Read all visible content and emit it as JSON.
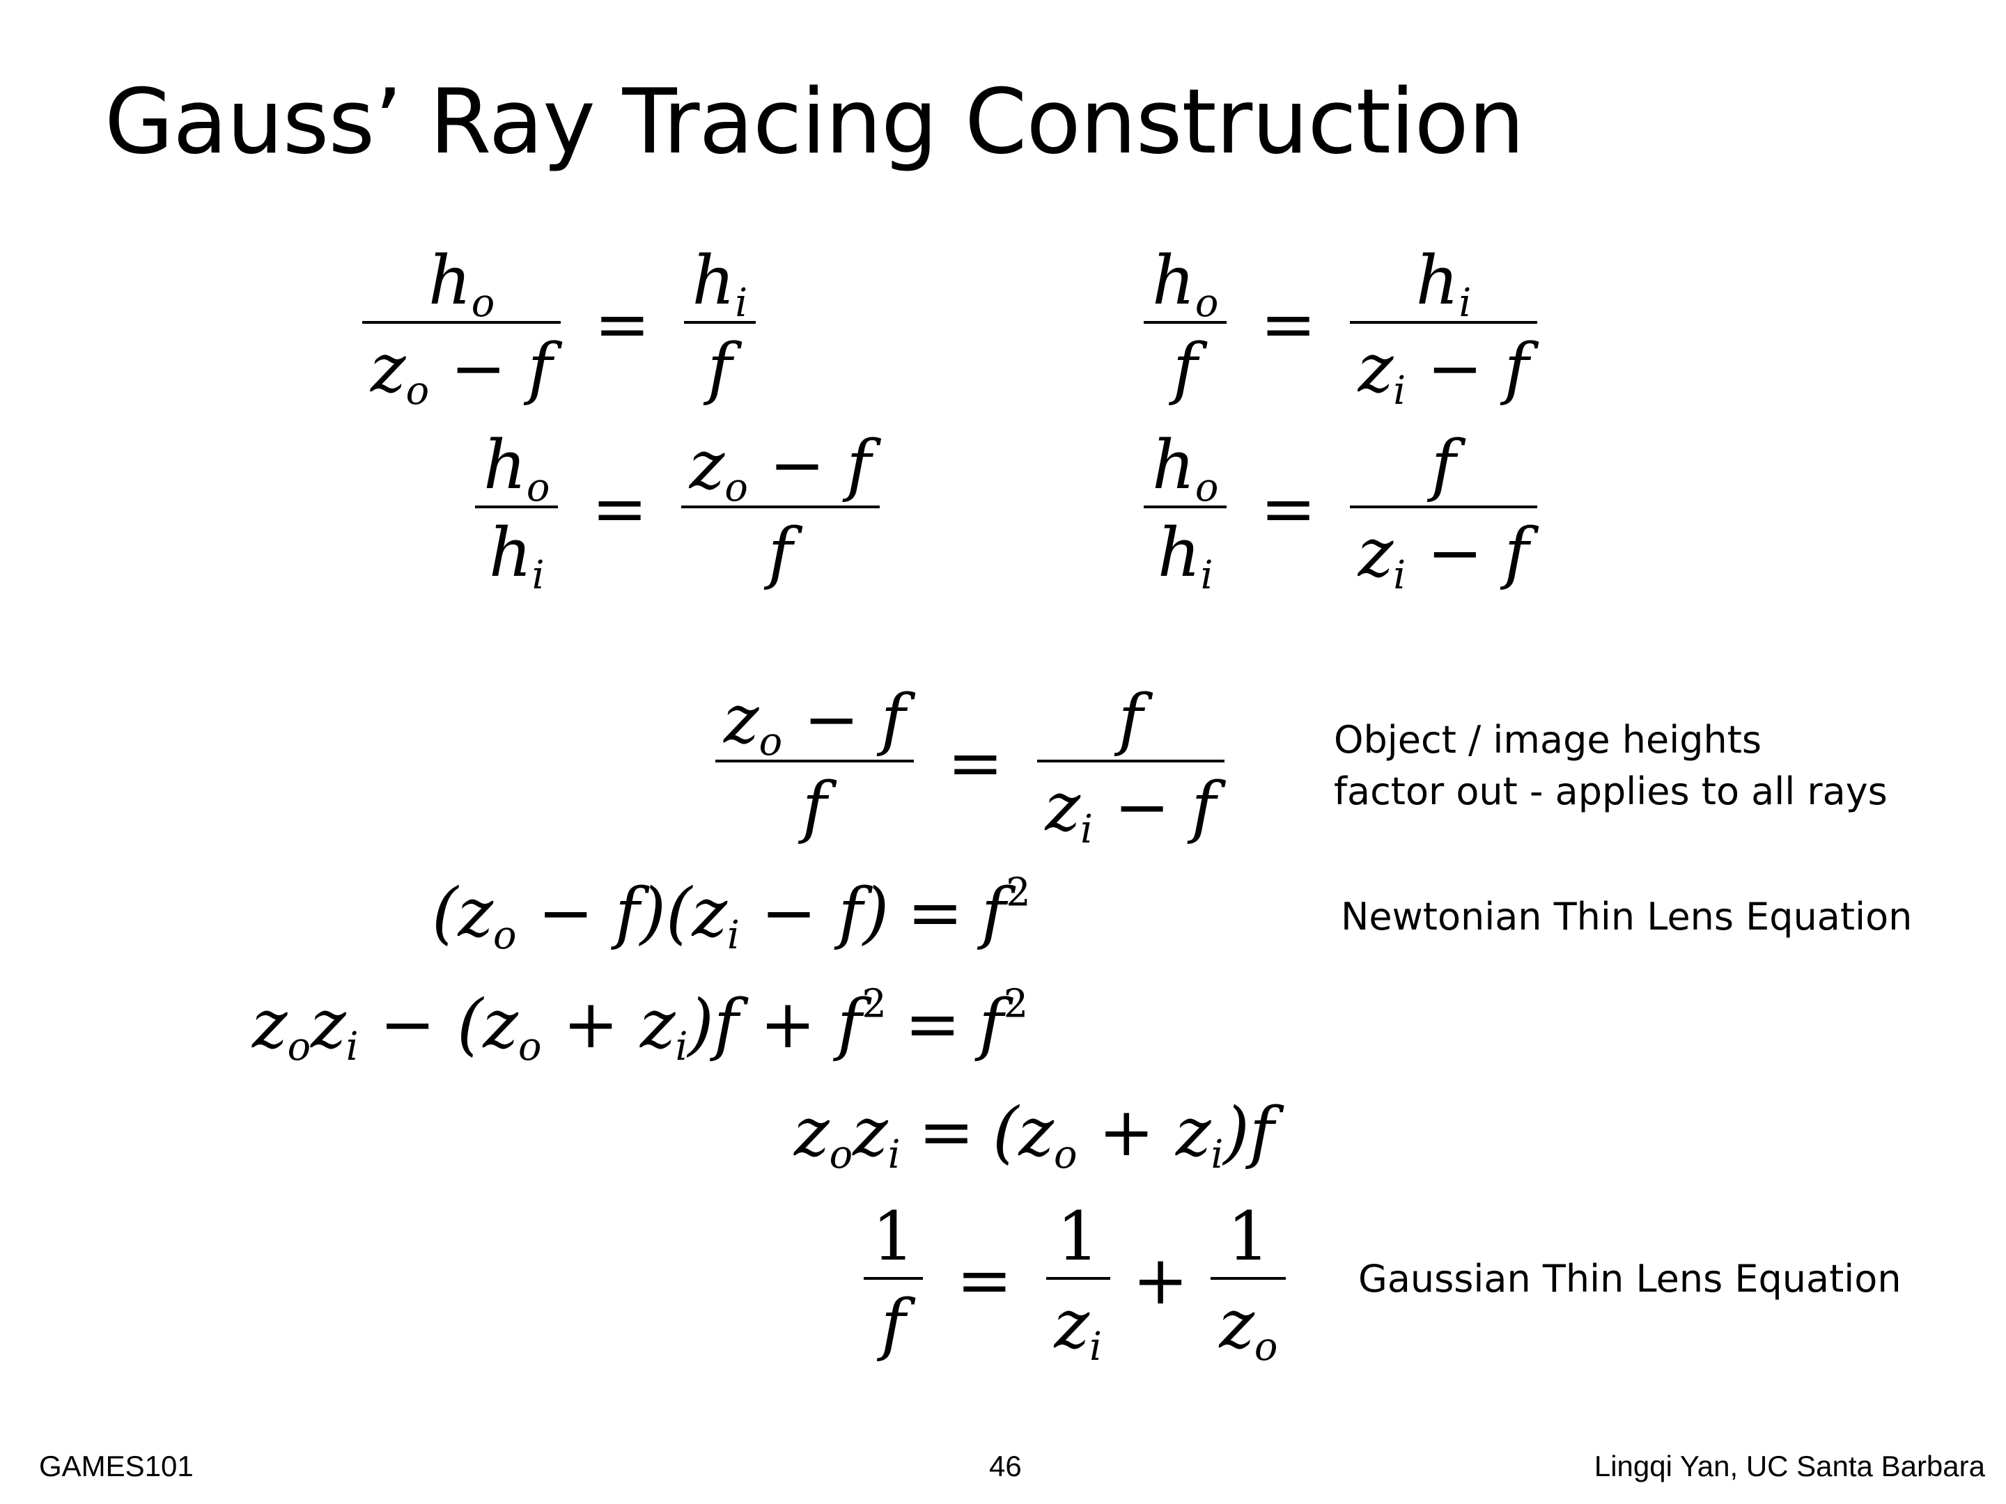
{
  "slide": {
    "title": "Gauss’ Ray Tracing Construction",
    "page_number": "46",
    "footer_left": "GAMES101",
    "footer_right": "Lingqi Yan, UC Santa Barbara"
  },
  "annotations": {
    "heights_line1": "Object / image heights",
    "heights_line2": "factor out - applies to all rays",
    "newtonian": "Newtonian Thin Lens Equation",
    "gaussian": "Gaussian Thin Lens Equation"
  }
}
